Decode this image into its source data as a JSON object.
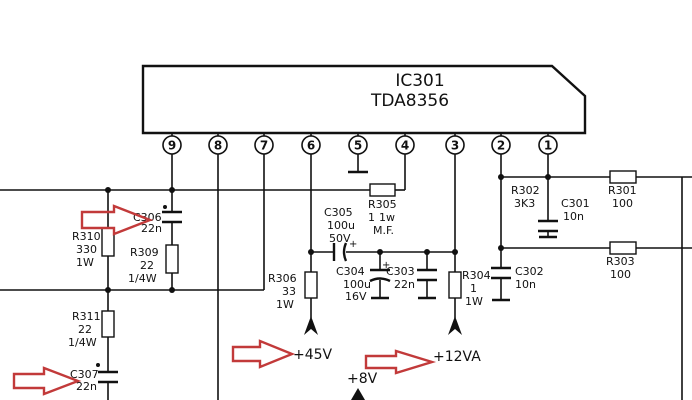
{
  "ic": {
    "ref": "IC301",
    "part": "TDA8356"
  },
  "pins": [
    "9",
    "8",
    "7",
    "6",
    "5",
    "4",
    "3",
    "2",
    "1"
  ],
  "components": {
    "R310": {
      "ref": "R310",
      "value": "330",
      "rating": "1W"
    },
    "C306": {
      "ref": "C306",
      "value": "22n"
    },
    "R309": {
      "ref": "R309",
      "value": "22",
      "rating": "1/4W"
    },
    "R311": {
      "ref": "R311",
      "value": "22",
      "rating": "1/4W"
    },
    "C307": {
      "ref": "C307",
      "value": "22n"
    },
    "R305": {
      "ref": "R305",
      "value": "1",
      "rating": "1w",
      "note": "M.F."
    },
    "C305": {
      "ref": "C305",
      "value": "100u",
      "rating": "50V"
    },
    "R306": {
      "ref": "R306",
      "value": "33",
      "rating": "1W"
    },
    "C304": {
      "ref": "C304",
      "value": "100u",
      "rating": "16V"
    },
    "C303": {
      "ref": "C303",
      "value": "22n"
    },
    "R304": {
      "ref": "R304",
      "value": "1",
      "rating": "1W"
    },
    "C302": {
      "ref": "C302",
      "value": "10n"
    },
    "R302": {
      "ref": "R302",
      "value": "3K3"
    },
    "C301": {
      "ref": "C301",
      "value": "10n"
    },
    "R301": {
      "ref": "R301",
      "value": "100"
    },
    "R303": {
      "ref": "R303",
      "value": "100"
    }
  },
  "rails": {
    "v45": "+45V",
    "v12a": "+12VA",
    "v8": "+8V"
  },
  "colors": {
    "ink": "#111111",
    "annotation_arrow": "#c23a3a",
    "background": "#ffffff"
  }
}
